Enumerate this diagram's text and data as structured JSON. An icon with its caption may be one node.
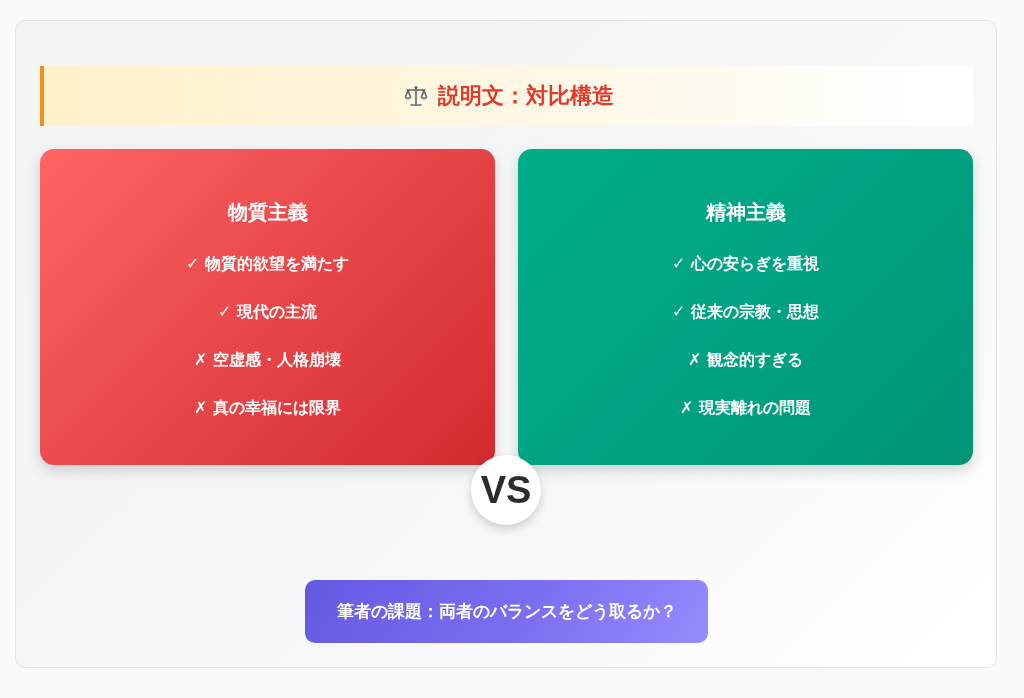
{
  "diagram": {
    "title": "説明文：対比構造",
    "nodes": [
      {
        "text": [
          "物質主義",
          "✓ 物質的欲望を満たす",
          "✓ 現代の主流",
          "✗ 空虚感・人格崩壊",
          "✗ 真の幸福には限界"
        ]
      },
      {
        "text": [
          "精神主義",
          "✓ 心の安らぎを重視",
          "✓ 従来の宗教・思想",
          "✗ 観念的すぎる",
          "✗ 現実離れの問題"
        ]
      },
      {
        "text": [
          "VS"
        ]
      },
      {
        "text": [
          "筆者の課題：両者のバランスをどう取るか？"
        ]
      }
    ],
    "edges": []
  }
}
